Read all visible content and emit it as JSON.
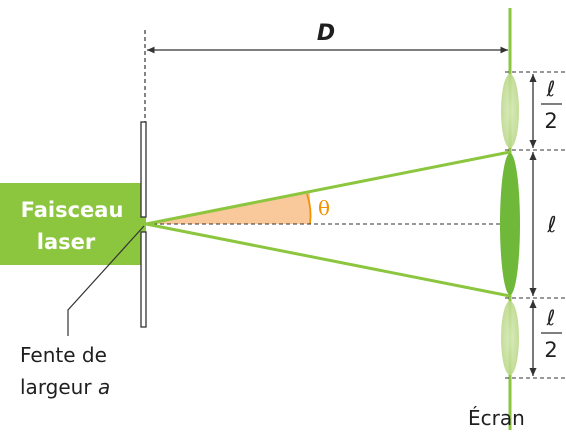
{
  "labels": {
    "distance": "D",
    "beam_line1": "Faisceau",
    "beam_line2": "laser",
    "angle": "θ",
    "slit_line1": "Fente de",
    "slit_line2_prefix": "largeur ",
    "slit_line2_var": "a",
    "width_symbol": "ℓ",
    "half_width_num": "ℓ",
    "half_width_den": "2",
    "screen": "Écran"
  },
  "colors": {
    "green": "#8cc63f",
    "green_fill": "#7dc242",
    "angle_fill": "#f9c89b",
    "angle_text": "#f39200",
    "dark": "#333333"
  }
}
